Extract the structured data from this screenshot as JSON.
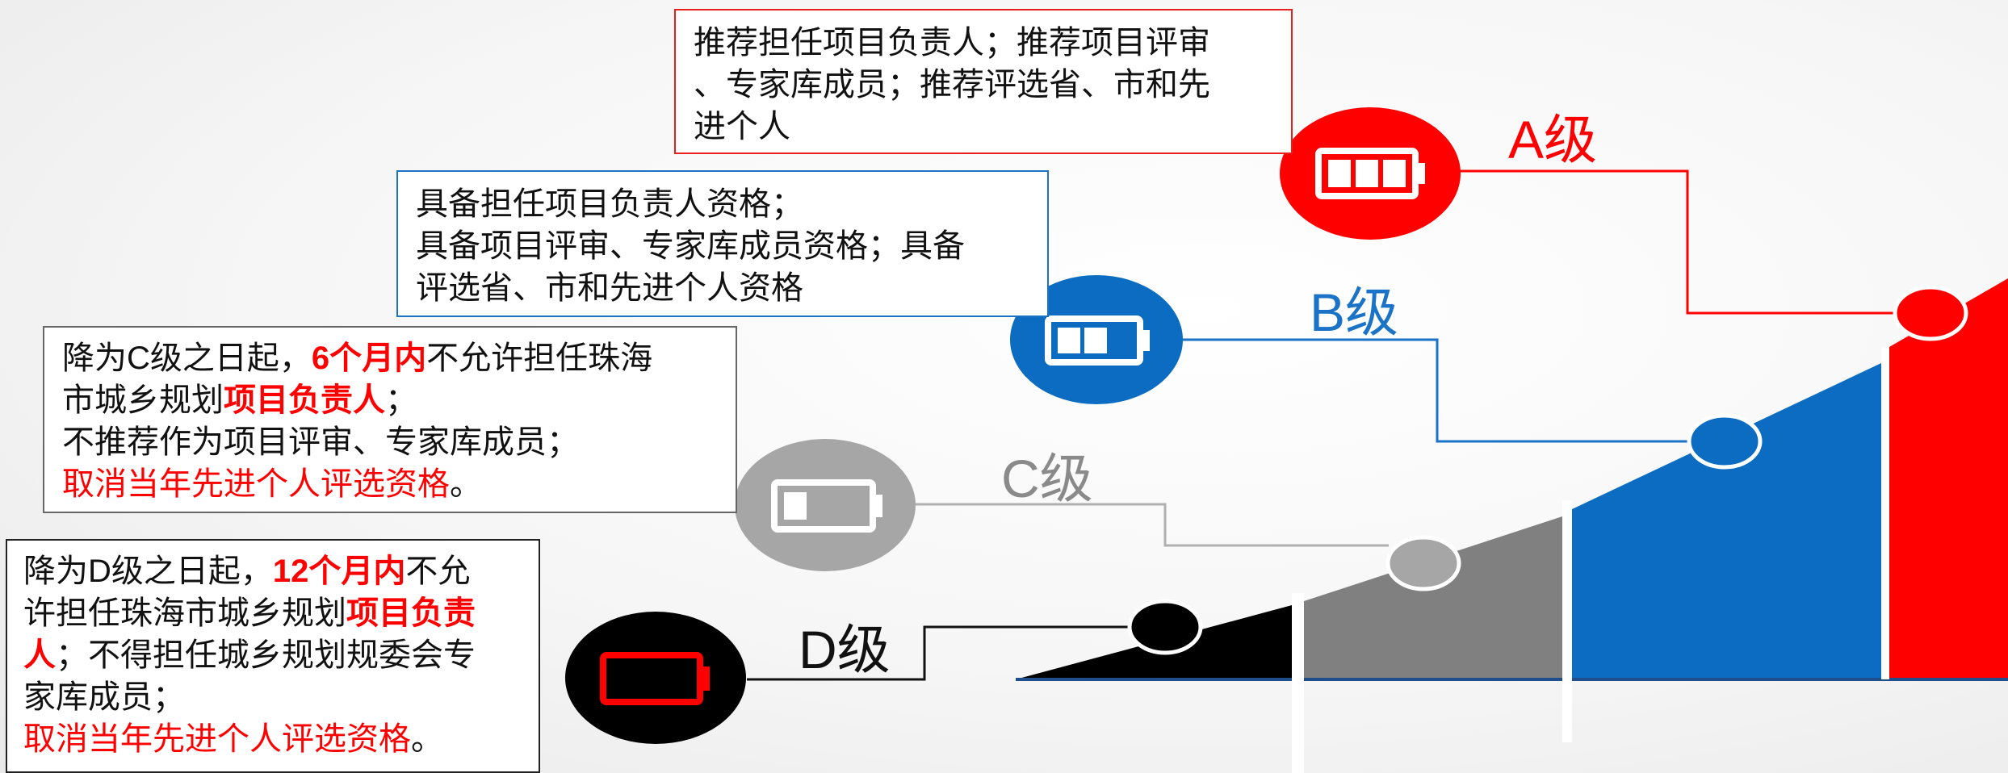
{
  "levels": {
    "a": {
      "label": "A级",
      "color": "#ff0000",
      "description_lines": [
        "推荐担任项目负责人；推荐项目评审",
        "、专家库成员；推荐评选省、市和先",
        "进个人"
      ],
      "battery_icon": "battery-full-icon"
    },
    "b": {
      "label": "B级",
      "color": "#1a73c7",
      "description_lines": [
        "具备担任项目负责人资格；",
        "具备项目评审、专家库成员资格；具备",
        "评选省、市和先进个人资格"
      ],
      "battery_icon": "battery-two-bars-icon"
    },
    "c": {
      "label": "C级",
      "color": "#a6a6a6",
      "description": {
        "l1_pre": "降为C级之日起，",
        "l1_bold": "6个月内",
        "l1_post": "不允许担任珠海",
        "l2_pre": "市城乡规划",
        "l2_bold": "项目负责人",
        "l2_post": "；",
        "l3": "不推荐作为项目评审、专家库成员；",
        "l4_red": "取消当年先进个人评选资格",
        "l4_post": "。"
      },
      "battery_icon": "battery-one-bar-icon"
    },
    "d": {
      "label": "D级",
      "color": "#000000",
      "description": {
        "l1_pre": "降为D级之日起，",
        "l1_bold": "12个月内",
        "l1_post": "不允",
        "l2_pre": "许担任珠海市城乡规划",
        "l2_bold": "项目负责",
        "l3_bold": "人",
        "l3_post": "；不得担任城乡规划规委会专",
        "l4": "家库成员；",
        "l5_red": "取消当年先进个人评选资格",
        "l5_post": "。"
      },
      "battery_icon": "battery-empty-icon"
    }
  }
}
